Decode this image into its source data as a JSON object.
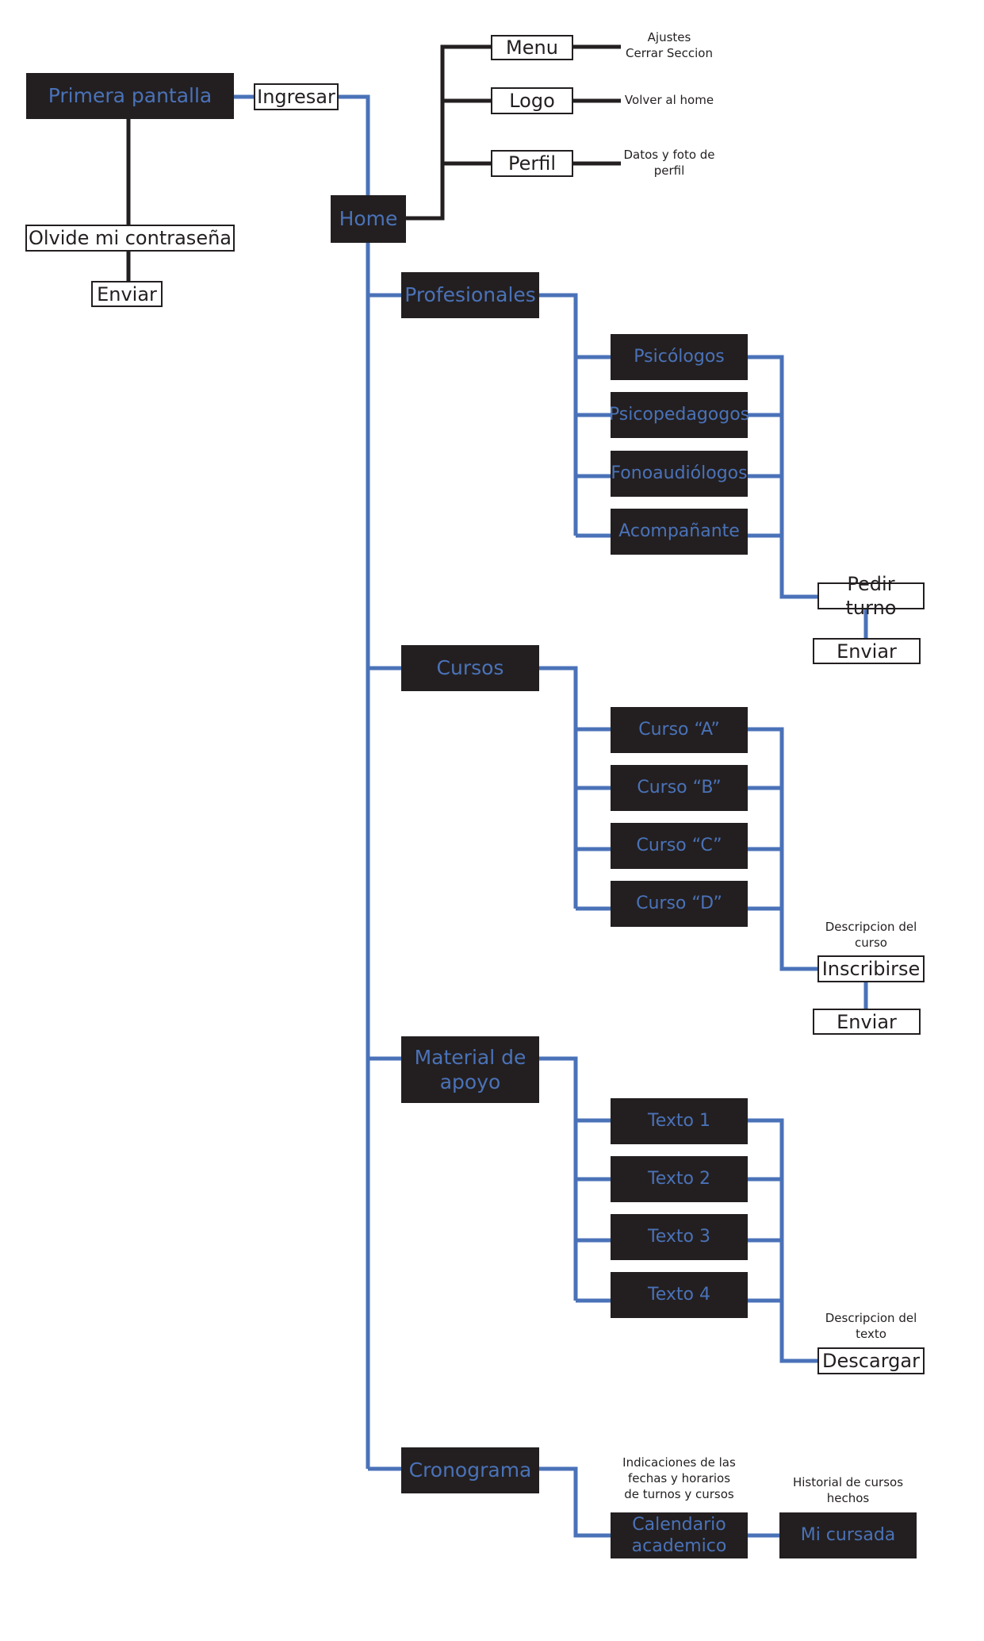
{
  "colors": {
    "dark_box": "#231f20",
    "blue": "#4a72b8",
    "black": "#231f20"
  },
  "nodes": {
    "primera_pantalla": "Primera pantalla",
    "ingresar": "Ingresar",
    "olvide": "Olvide mi contraseña",
    "enviar_login": "Enviar",
    "home": "Home",
    "menu": "Menu",
    "logo": "Logo",
    "perfil": "Perfil",
    "profesionales": "Profesionales",
    "psicologos": "Psicólogos",
    "psicopedagogos": "Psicopedagogos",
    "fonoaudiologos": "Fonoaudiólogos",
    "acompanante": "Acompañante",
    "pedir_turno": "Pedir turno",
    "enviar_turno": "Enviar",
    "cursos": "Cursos",
    "curso_a": "Curso “A”",
    "curso_b": "Curso “B”",
    "curso_c": "Curso “C”",
    "curso_d": "Curso “D”",
    "inscribirse": "Inscribirse",
    "enviar_curso": "Enviar",
    "material_1": "Material de",
    "material_2": "apoyo",
    "texto_1": "Texto 1",
    "texto_2": "Texto 2",
    "texto_3": "Texto 3",
    "texto_4": "Texto 4",
    "descargar": "Descargar",
    "cronograma": "Cronograma",
    "calendario_1": "Calendario",
    "calendario_2": "academico",
    "mi_cursada": "Mi cursada"
  },
  "notes": {
    "menu_1": "Ajustes",
    "menu_2": "Cerrar Seccion",
    "logo": "Volver al home",
    "perfil_1": "Datos y foto de",
    "perfil_2": "perfil",
    "curso_1": "Descripcion del",
    "curso_2": "curso",
    "texto_1": "Descripcion del",
    "texto_2": "texto",
    "calendario_1": "Indicaciones de las",
    "calendario_2": "fechas y horarios",
    "calendario_3": "de turnos y cursos",
    "historial_1": "Historial de cursos",
    "historial_2": "hechos"
  }
}
